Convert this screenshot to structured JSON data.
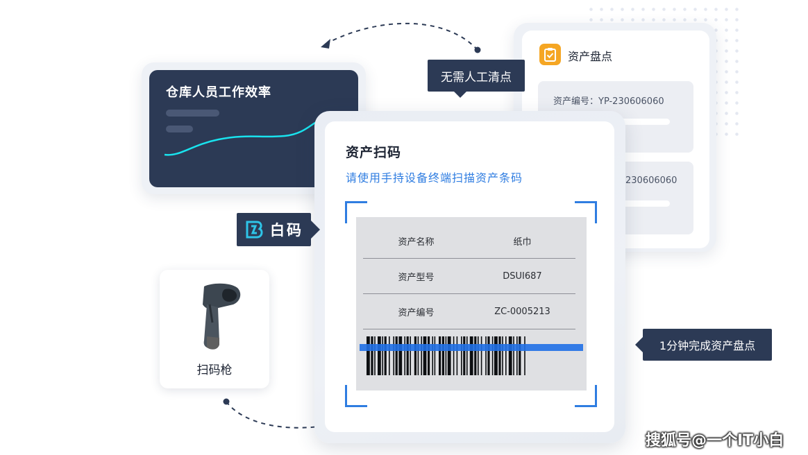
{
  "efficiency_card": {
    "title": "仓库人员工作效率"
  },
  "asset_check_card": {
    "title": "资产盘点",
    "row1_text": "资产编号：YP-230606060",
    "row2_text": "230606060"
  },
  "tags": {
    "manual": "无需人工清点",
    "brand": "白码",
    "finish": "1分钟完成资产盘点"
  },
  "scanner": {
    "label": "扫码枪"
  },
  "scan_card": {
    "title": "资产扫码",
    "subtitle": "请使用手持设备终端扫描资产条码",
    "rows": [
      {
        "key": "资产名称",
        "value": "纸巾"
      },
      {
        "key": "资产型号",
        "value": "DSUI687"
      },
      {
        "key": "资产编号",
        "value": "ZC-0005213"
      }
    ]
  },
  "watermark": "搜狐号@一个IT小白",
  "colors": {
    "navy": "#2c3a55",
    "accent_blue": "#2f7de1",
    "cyan_line": "#19e3ee",
    "orange_icon": "#f5a623"
  }
}
